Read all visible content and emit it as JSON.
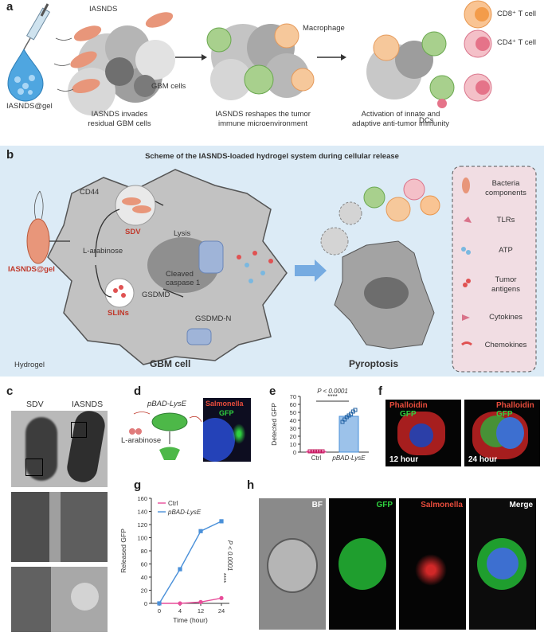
{
  "panels": {
    "a": {
      "letter": "a",
      "labels": {
        "iasnds": "IASNDS",
        "iasnds_gel": "IASNDS@gel",
        "gbm_cells": "GBM cells",
        "macrophage": "Macrophage",
        "dcs": "DCs",
        "cd8": "CD8⁺ T cell",
        "cd4": "CD4⁺ T cell"
      },
      "captions": {
        "step1": "IASNDS invades\nresidual GBM cells",
        "step2": "IASNDS reshapes the tumor\nimmune microenvironment",
        "step3": "Activation of innate and\nadaptive anti-tumor immunity"
      }
    },
    "b": {
      "letter": "b",
      "title": "Scheme of the IASNDS-loaded hydrogel system during cellular release",
      "labels": {
        "cd44": "CD44",
        "sdv": "SDV",
        "lysis": "Lysis",
        "l_arabinose": "L-arabinose",
        "cleaved_caspase": "Cleaved\ncaspase 1",
        "gsdmd": "GSDMD",
        "gsdmd_n": "GSDMD-N",
        "slins": "SLINs",
        "iasnds_gel": "IASNDS@gel",
        "hydrogel": "Hydrogel",
        "gbm_cell": "GBM cell",
        "pyroptosis": "Pyroptosis"
      },
      "legend": [
        "Bacteria\ncomponents",
        "TLRs",
        "ATP",
        "Tumor\nantigens",
        "Cytokines",
        "Chemokines"
      ]
    },
    "c": {
      "letter": "c",
      "col1": "SDV",
      "col2": "IASNDS"
    },
    "d": {
      "letter": "d",
      "construct": "pBAD-LysE",
      "inducer": "L-arabinose",
      "salmonella": "Salmonella",
      "gfp": "GFP"
    },
    "e": {
      "letter": "e",
      "pvalue": "P < 0.0001",
      "stars": "****"
    },
    "f": {
      "letter": "f",
      "phalloidin": "Phalloidin",
      "gfp": "GFP",
      "t1": "12 hour",
      "t2": "24 hour"
    },
    "g": {
      "letter": "g",
      "pvalue": "P < 0.0001",
      "stars": "****"
    },
    "h": {
      "letter": "h",
      "labels": [
        "BF",
        "GFP",
        "Salmonella",
        "Merge"
      ]
    }
  },
  "chart_data": [
    {
      "type": "bar",
      "panel": "e",
      "categories": [
        "Ctrl",
        "pBAD-LysE"
      ],
      "values": [
        1,
        45
      ],
      "ylabel": "Detected GFP",
      "ylim": [
        0,
        70
      ],
      "yticks": [
        0,
        10,
        20,
        30,
        40,
        50,
        60,
        70
      ],
      "points": {
        "Ctrl": [
          1,
          1,
          1,
          1,
          1,
          1
        ],
        "pBAD-LysE": [
          38,
          41,
          44,
          46,
          48,
          51,
          53
        ]
      },
      "colors": {
        "Ctrl": "#e84d9a",
        "pBAD-LysE": "#4a90d9"
      }
    },
    {
      "type": "line",
      "panel": "g",
      "x": [
        0,
        4,
        12,
        24
      ],
      "series": [
        {
          "name": "Ctrl",
          "values": [
            0,
            0,
            2,
            8
          ],
          "color": "#e84d9a"
        },
        {
          "name": "pBAD-LysE",
          "values": [
            0,
            52,
            110,
            125
          ],
          "color": "#4a90d9"
        }
      ],
      "xlabel": "Time (hour)",
      "ylabel": "Released GFP",
      "ylim": [
        0,
        160
      ],
      "yticks": [
        0,
        20,
        40,
        60,
        80,
        100,
        120,
        140,
        160
      ]
    }
  ]
}
